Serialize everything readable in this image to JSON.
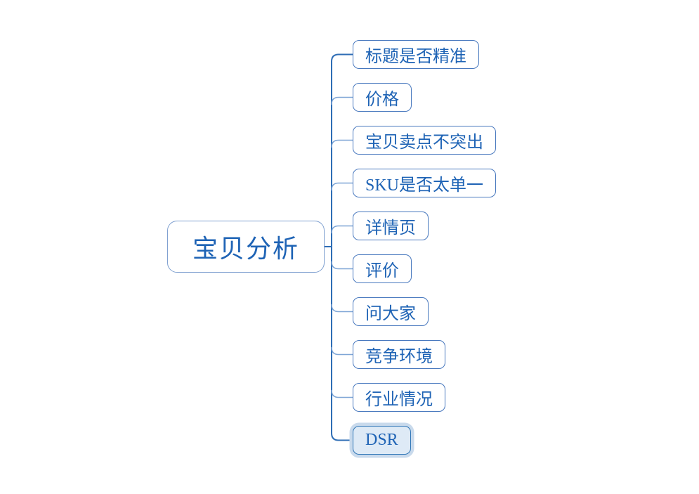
{
  "diagram": {
    "type": "mindmap",
    "root": {
      "label": "宝贝分析",
      "selected": false
    },
    "children": [
      {
        "label": "标题是否精准",
        "selected": false
      },
      {
        "label": "价格",
        "selected": false
      },
      {
        "label": "宝贝卖点不突出",
        "selected": false
      },
      {
        "label": "SKU是否太单一",
        "selected": false
      },
      {
        "label": "详情页",
        "selected": false
      },
      {
        "label": "评价",
        "selected": false
      },
      {
        "label": "问大家",
        "selected": false
      },
      {
        "label": "竞争环境",
        "selected": false
      },
      {
        "label": "行业情况",
        "selected": false
      },
      {
        "label": "DSR",
        "selected": true
      }
    ],
    "colors": {
      "canvas_background": "#ffffff",
      "text": "#1E63B5",
      "root_border": "#7FA0D0",
      "child_border": "#4878BE",
      "trunk_line": "#2E6DB5",
      "branch_line": "#7FA6D6",
      "selected_fill": "#DEEAF6",
      "selected_border": "#2E75B6",
      "selected_halo": "#C9DAEC"
    }
  }
}
